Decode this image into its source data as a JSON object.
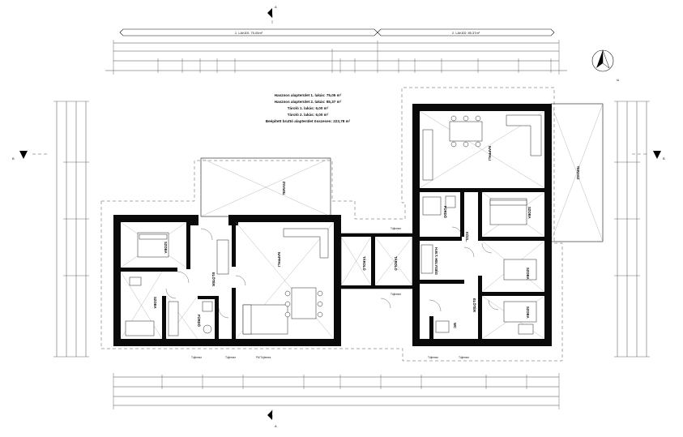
{
  "header_bands": [
    {
      "label": "1. LAKÁS: 75,05m²"
    },
    {
      "label": "2. LAKÁS: 85,37m²"
    }
  ],
  "summary": {
    "line1": "Hasznos alapterület 1. lakás: 75,05 m²",
    "line2": "Hasznos alapterület 2. lakás: 85,37 m²",
    "line3": "Tároló 1. lakás: 6,00 m²",
    "line4": "Tároló 2. lakás: 6,00 m²",
    "line5": "Beépített bruttó alapterület összesen: 223,78 m²"
  },
  "section_markers": {
    "a_top": "A",
    "a_bottom": "A",
    "b_left": "B",
    "b_right": "B"
  },
  "north_label": "É",
  "rooms": {
    "terasz_left": "TERASZ",
    "terasz_right": "TERASZ",
    "nappali_left": "NAPPALI",
    "szoba_1": "SZOBA",
    "szoba_2": "SZOBA",
    "furdo_left": "FÜRDŐ",
    "eloter_left": "ELŐTÉR",
    "tarolo_1": "TÁROLÓ",
    "tarolo_2": "TÁROLÓ",
    "nappali_right": "NAPPALI",
    "furdo_right": "FÜRDŐ",
    "szoba_3": "SZOBA",
    "kozl": "KÖZL.",
    "hmk": "H.M.T. HELYISÉG",
    "szoba_4": "SZOBA",
    "szoba_5": "SZOBA",
    "eloter_right": "ELŐTÉR",
    "wc": "WC"
  },
  "footer_labels": [
    "Tújlemez",
    "Tújlemez",
    "FM Tújlemez",
    "Tújlemez",
    "Tújlemez",
    "Tújlemez",
    "Tújlemez"
  ]
}
